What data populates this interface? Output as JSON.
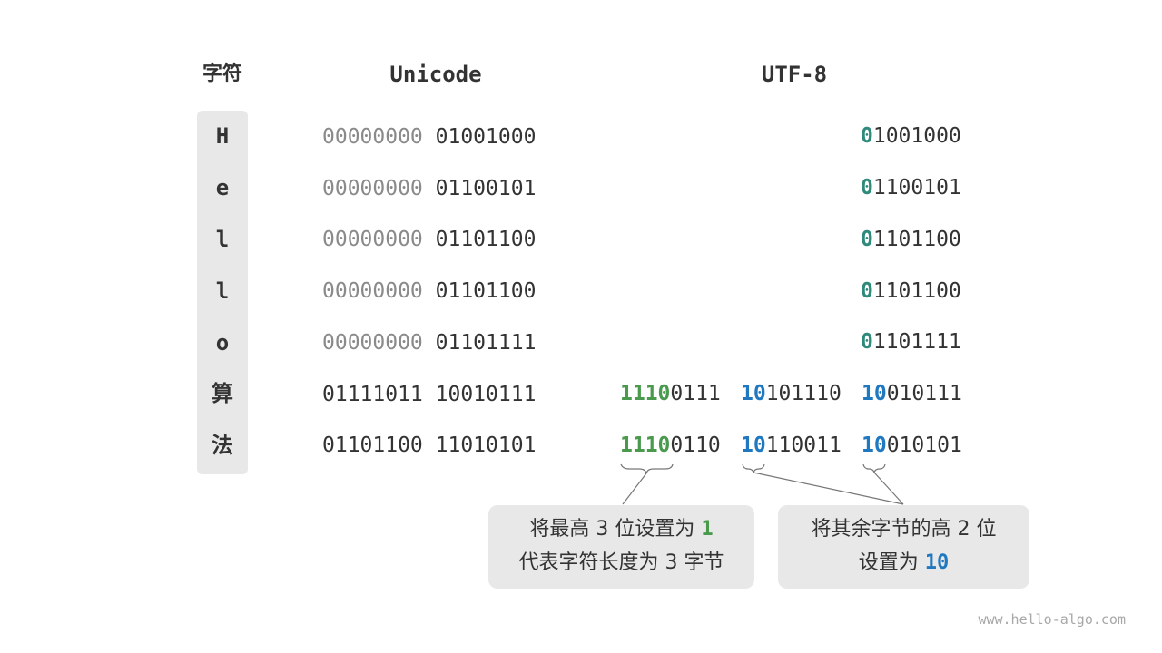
{
  "headers": {
    "char": "字符",
    "unicode": "Unicode",
    "utf8": "UTF-8"
  },
  "rows": [
    {
      "char": "H",
      "unicode_hi": "00000000",
      "unicode_lo": "01001000",
      "utf8": [
        [
          "0",
          "1001000"
        ]
      ]
    },
    {
      "char": "e",
      "unicode_hi": "00000000",
      "unicode_lo": "01100101",
      "utf8": [
        [
          "0",
          "1100101"
        ]
      ]
    },
    {
      "char": "l",
      "unicode_hi": "00000000",
      "unicode_lo": "01101100",
      "utf8": [
        [
          "0",
          "1101100"
        ]
      ]
    },
    {
      "char": "l",
      "unicode_hi": "00000000",
      "unicode_lo": "01101100",
      "utf8": [
        [
          "0",
          "1101100"
        ]
      ]
    },
    {
      "char": "o",
      "unicode_hi": "00000000",
      "unicode_lo": "01101111",
      "utf8": [
        [
          "0",
          "1101111"
        ]
      ]
    },
    {
      "char": "算",
      "unicode_hi": "01111011",
      "unicode_lo": "10010111",
      "utf8": [
        [
          "1110",
          "0111"
        ],
        [
          "10",
          "101110"
        ],
        [
          "10",
          "010111"
        ]
      ]
    },
    {
      "char": "法",
      "unicode_hi": "01101100",
      "unicode_lo": "11010101",
      "utf8": [
        [
          "1110",
          "0110"
        ],
        [
          "10",
          "110011"
        ],
        [
          "10",
          "010101"
        ]
      ]
    }
  ],
  "callouts": {
    "left": {
      "line1_text": "将最高 3 位设置为",
      "line1_value": "1",
      "line2_text": "代表字符长度为 3 字节"
    },
    "right": {
      "line1_text": "将其余字节的高 2 位",
      "line2_text": "设置为",
      "line2_value": "10"
    }
  },
  "watermark": "www.hello-algo.com",
  "colors": {
    "single_byte_prefix": "#2f8a7c",
    "lead_byte_prefix": "#4a9a4e",
    "continuation_prefix": "#1f78c0",
    "high_zero_bits": "#8a8a8a",
    "panel_background": "#e8e8e8"
  }
}
